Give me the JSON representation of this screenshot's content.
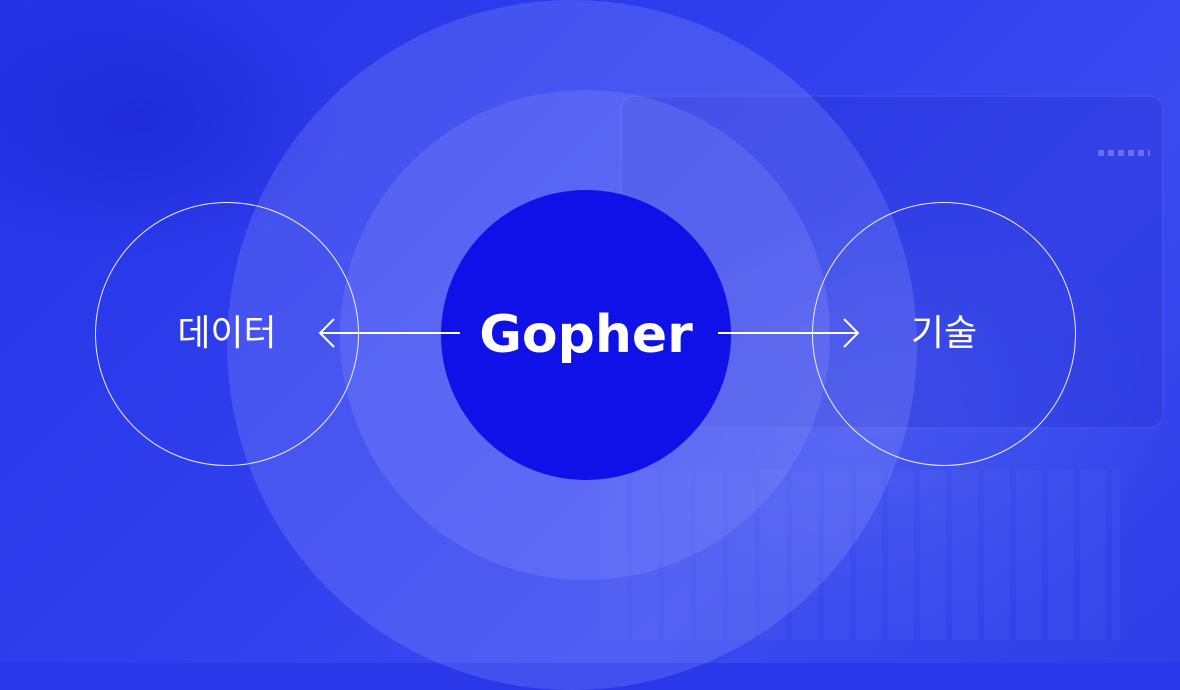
{
  "center": {
    "label": "Gopher"
  },
  "nodes": [
    {
      "label": "데이터"
    },
    {
      "label": "기술"
    }
  ],
  "colors": {
    "background": "#2b38ea",
    "core": "#1010e8",
    "ring": "#a0aaff",
    "stroke": "#ffffff"
  },
  "icons": [
    "arrow-left-icon",
    "arrow-right-icon"
  ]
}
